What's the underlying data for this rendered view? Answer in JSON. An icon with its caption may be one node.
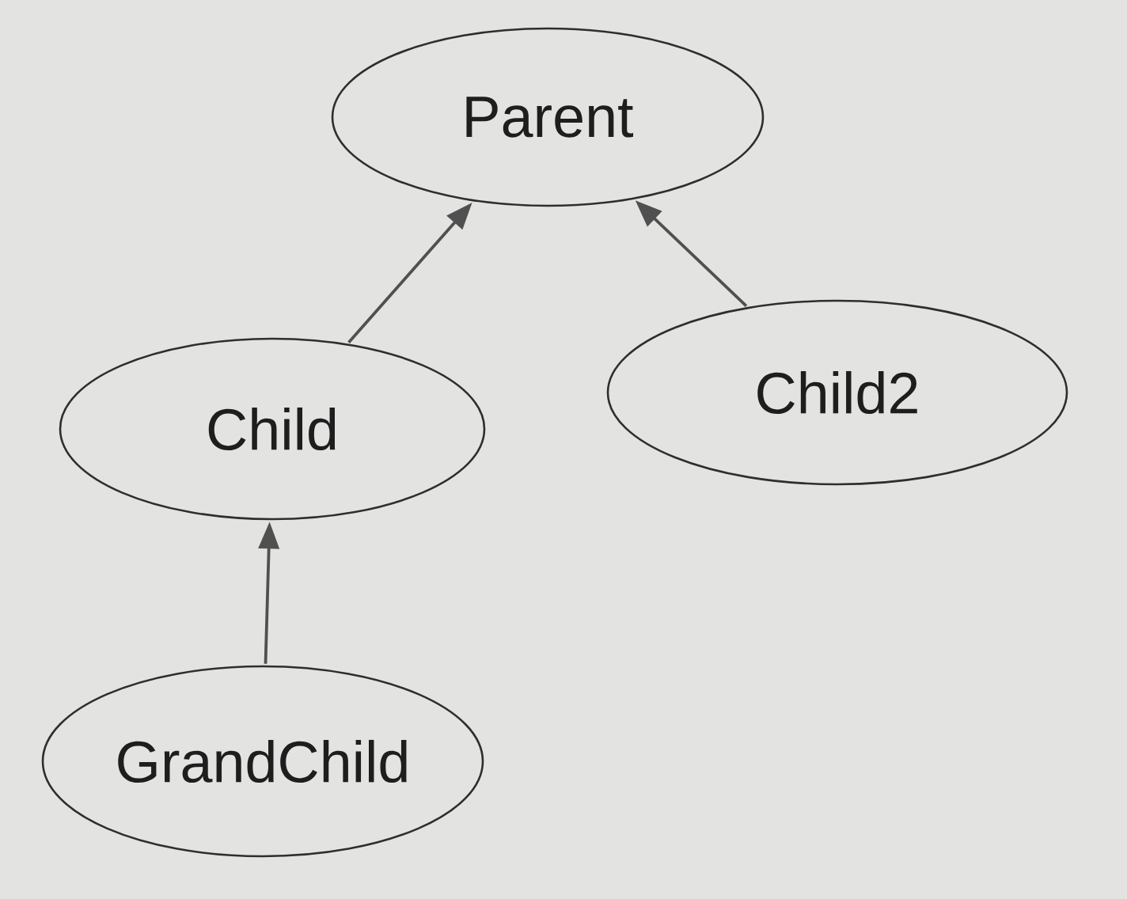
{
  "diagram": {
    "nodes": [
      {
        "text": [
          "Parent"
        ]
      },
      {
        "text": [
          "Child"
        ]
      },
      {
        "text": [
          "Child2"
        ]
      },
      {
        "text": [
          "GrandChild"
        ]
      }
    ],
    "edges": [
      {
        "from": 1,
        "to": 0,
        "arrow": "to"
      },
      {
        "from": 2,
        "to": 0,
        "arrow": "to"
      },
      {
        "from": 3,
        "to": 1,
        "arrow": "to"
      }
    ]
  }
}
